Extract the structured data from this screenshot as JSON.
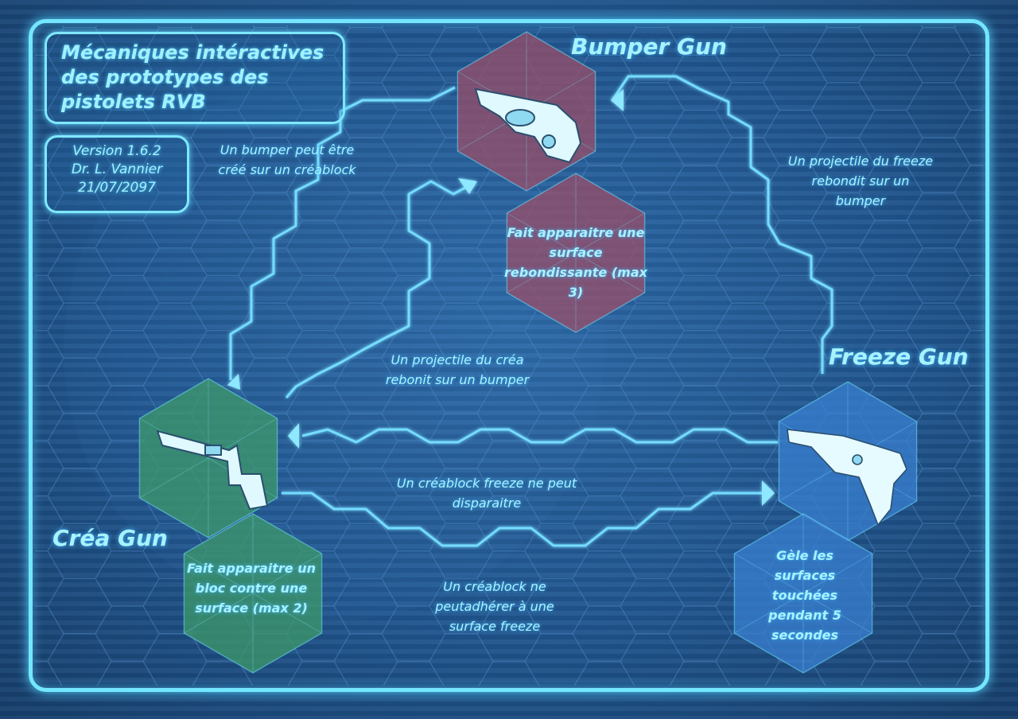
{
  "title": "Mécaniques intéractives des prototypes des pistolets RVB",
  "meta": {
    "version": "Version 1.6.2",
    "author": "Dr. L. Vannier",
    "date": "21/07/2097"
  },
  "guns": {
    "bumper": {
      "name": "Bumper Gun",
      "color": "#9a4d68",
      "description": "Fait apparaitre une surface rebondissante (max 3)"
    },
    "freeze": {
      "name": "Freeze Gun",
      "color": "#3a7fd0",
      "description": "Gèle les surfaces touchées pendant 5 secondes"
    },
    "crea": {
      "name": "Créa Gun",
      "color": "#3f9a6a",
      "description": "Fait apparaitre un bloc contre une surface (max 2)"
    }
  },
  "interactions": {
    "crea_to_bumper": "Un bumper peut être créé sur un créablock",
    "freeze_to_bumper": "Un projectile du freeze rebondit sur un bumper",
    "bumper_to_crea": "Un projectile du créa rebonit sur un bumper",
    "freeze_to_crea": "Un créablock freeze ne peut disparaitre",
    "crea_to_freeze": "Un créablock ne peutadhérer à une surface freeze"
  },
  "colors": {
    "accent": "#74e6ff",
    "text": "#a8f2ff",
    "background": "#1f538c"
  }
}
